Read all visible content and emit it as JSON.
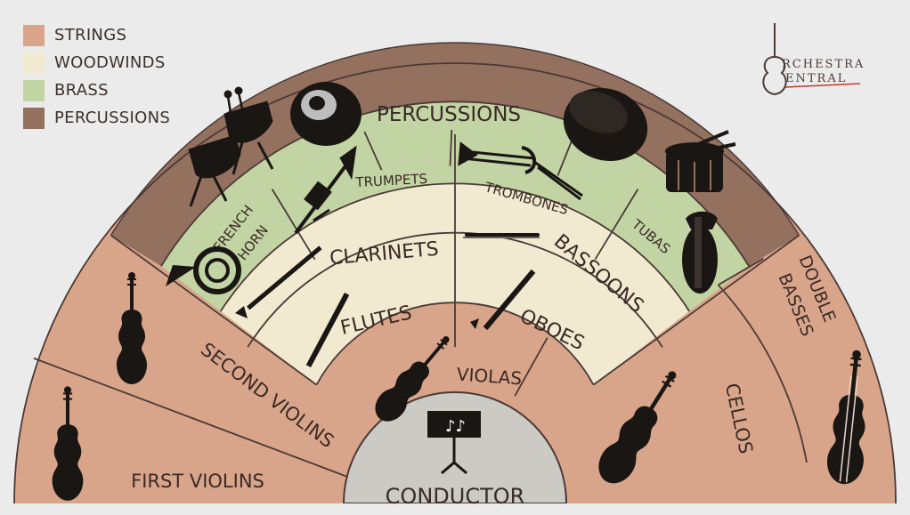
{
  "legend": [
    {
      "label": "STRINGS",
      "color": "#d9a58a"
    },
    {
      "label": "WOODWINDS",
      "color": "#f1ead0"
    },
    {
      "label": "BRASS",
      "color": "#c2d4a3"
    },
    {
      "label": "PERCUSSIONS",
      "color": "#94705f"
    }
  ],
  "logo": {
    "line1": "RCHESTRA",
    "line2": "ENTRAL"
  },
  "sections": {
    "percussions": "PERCUSSIONS",
    "french_horn_1": "FRENCH",
    "french_horn_2": "HORN",
    "trumpets": "TRUMPETS",
    "trombones": "TROMBONES",
    "tubas": "TUBAS",
    "clarinets": "CLARINETS",
    "bassoons": "BASSOONS",
    "flutes": "FLUTES",
    "oboes": "OBOES",
    "violas": "VIOLAS",
    "second_violins": "SECOND VIOLINS",
    "first_violins": "FIRST VIOLINS",
    "cellos": "CELLOS",
    "double_basses_1": "DOUBLE",
    "double_basses_2": "BASSES",
    "conductor": "CONDUCTOR"
  },
  "colors": {
    "strings": "#d9a58a",
    "woodwinds": "#f1ead0",
    "brass": "#c2d4a3",
    "percussions": "#94705f",
    "conductor": "#cccac5",
    "divider": "#4a3a36",
    "background": "#ebebeb"
  },
  "icons": [
    "timpani-icon",
    "cymbal-icon",
    "bass-drum-icon",
    "snare-drum-icon",
    "trumpet-icon",
    "trombone-icon",
    "french-horn-icon",
    "tuba-icon",
    "clarinet-icon",
    "bassoon-icon",
    "flute-icon",
    "oboe-icon",
    "violin-icon",
    "viola-icon",
    "cello-icon",
    "double-bass-icon",
    "music-stand-icon"
  ]
}
